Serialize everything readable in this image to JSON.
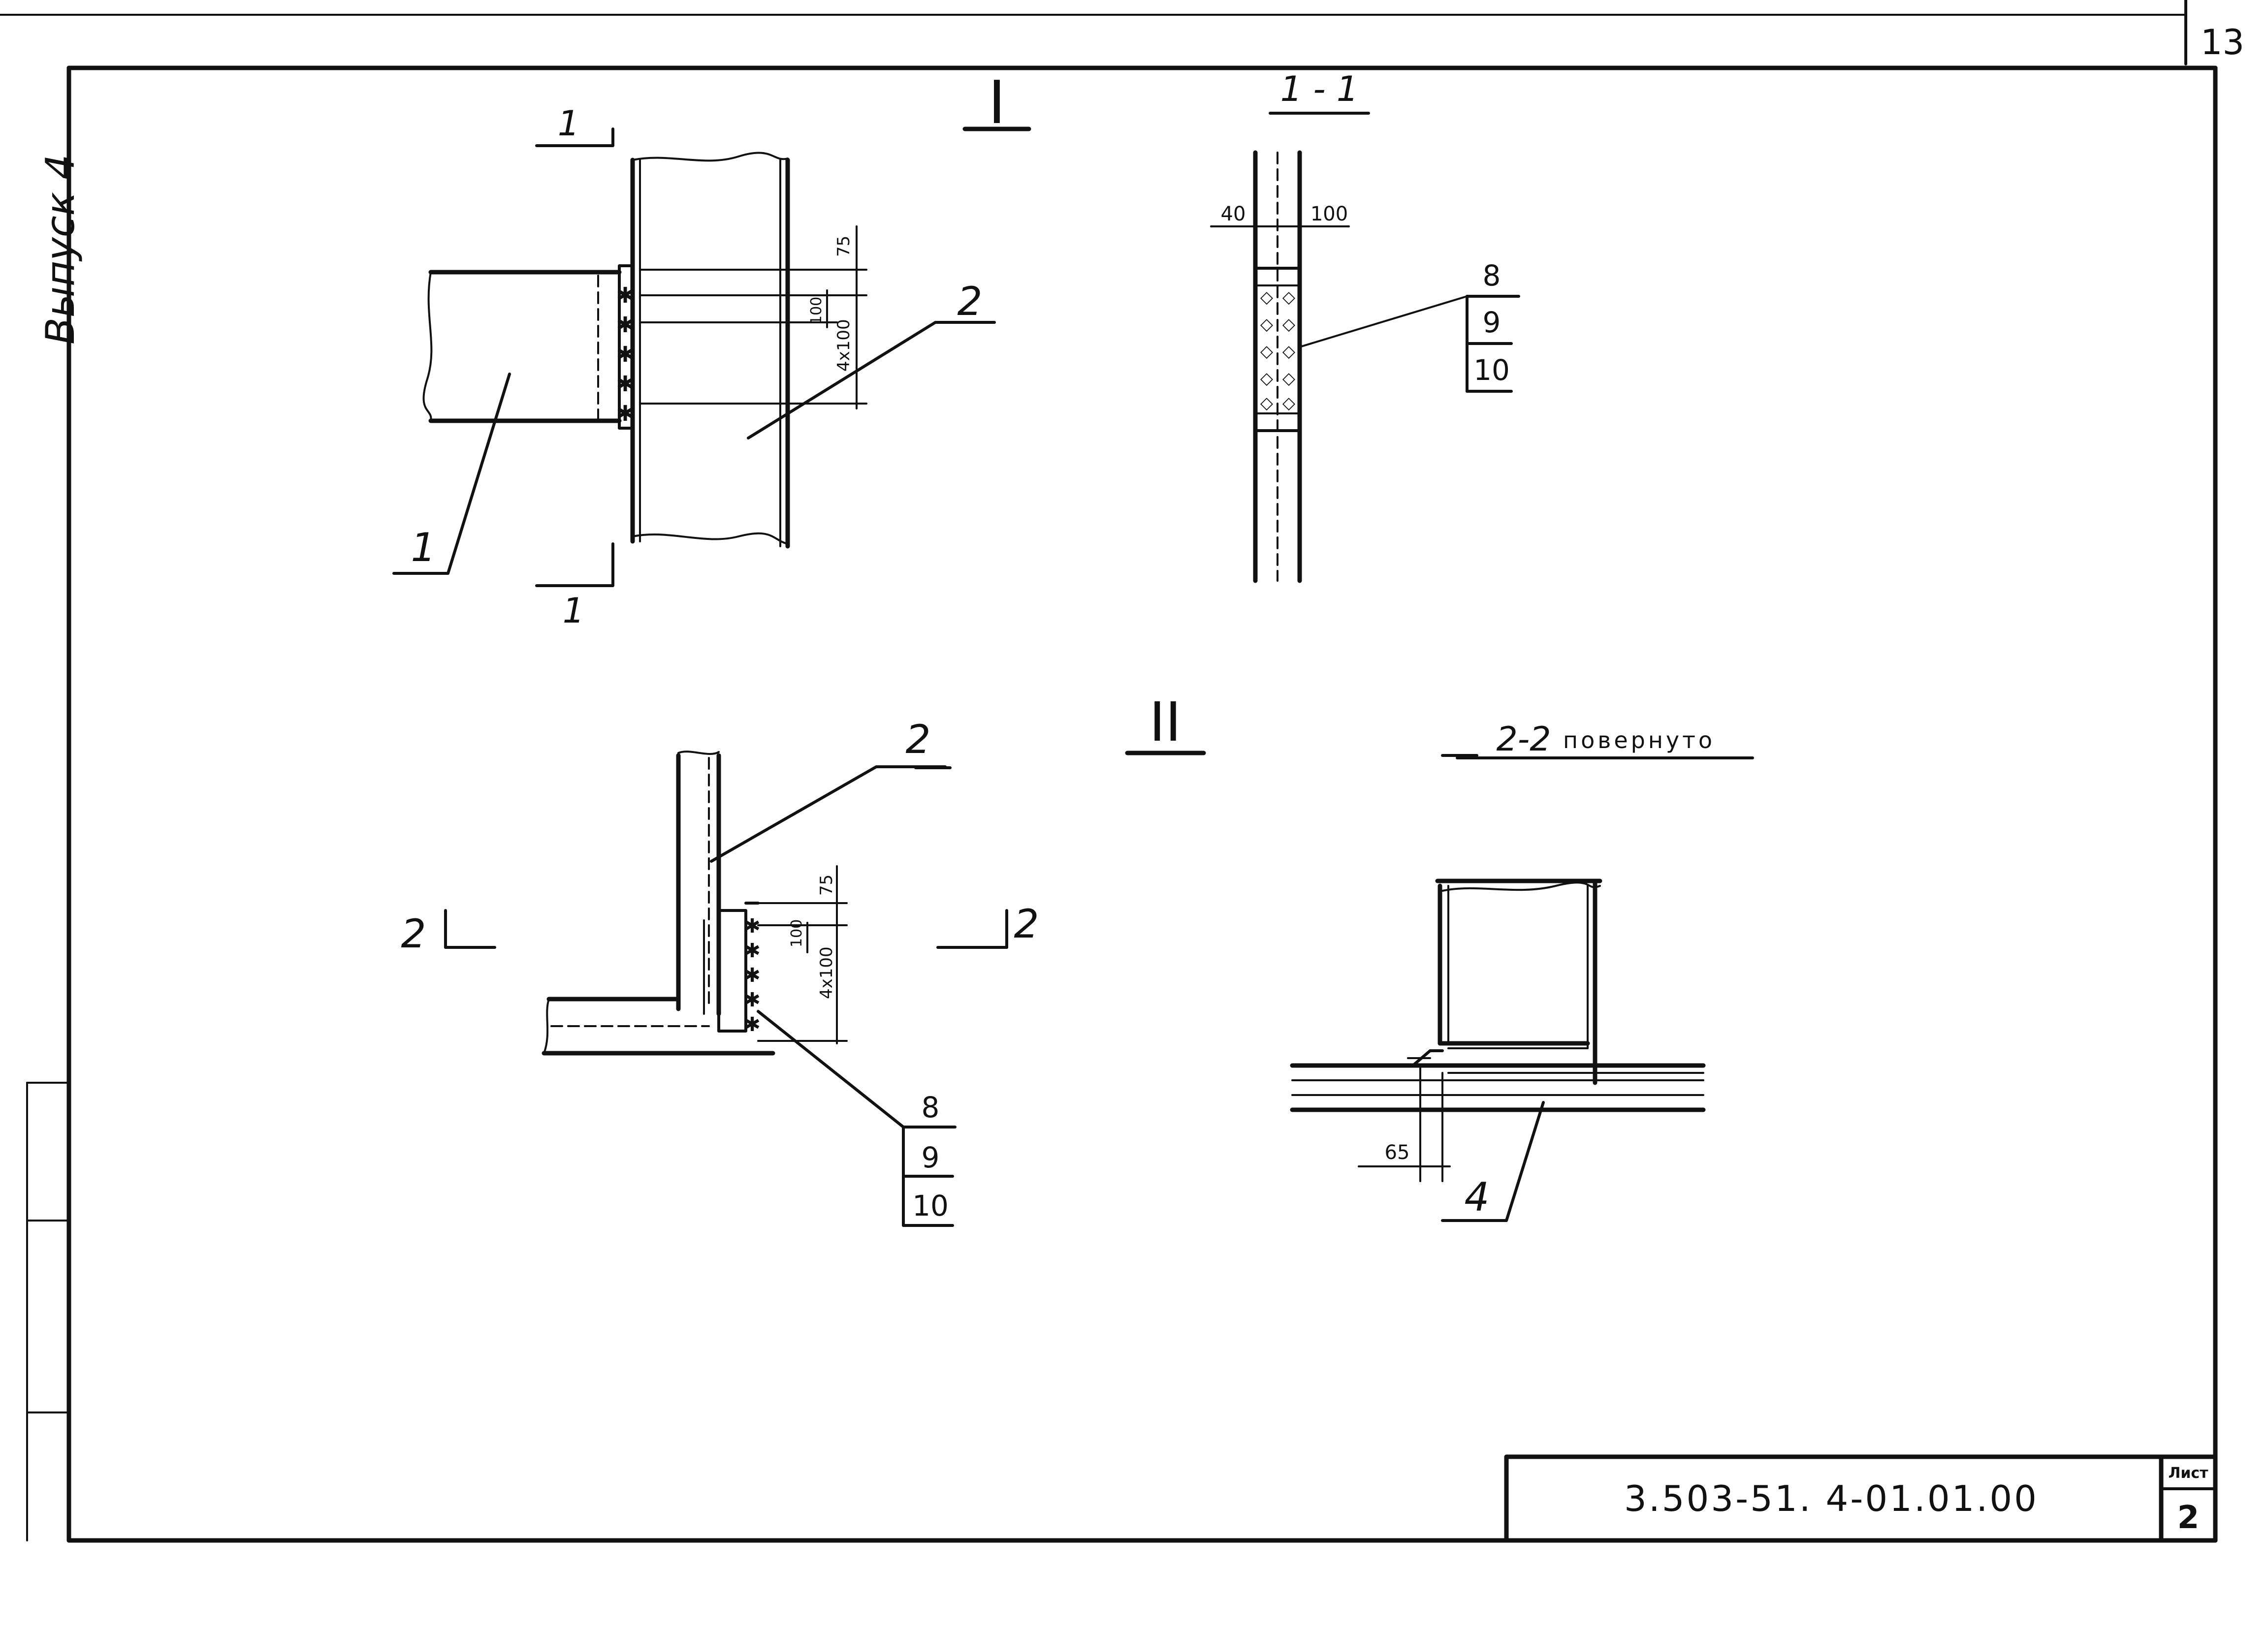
{
  "sheet": {
    "page_number": "13",
    "vertical_title": "Выпуск 4",
    "title_block": {
      "code": "3.503-51. 4-01.01.00",
      "sheet_label": "Лист",
      "sheet_number": "2"
    }
  },
  "views": {
    "node1": {
      "title": "I",
      "section_mark": "1",
      "callout_beam": "1",
      "callout_column": "2",
      "dim_top": "75",
      "dim_pitch": "100",
      "dim_group": "4x100"
    },
    "section11": {
      "title": "1 - 1",
      "dim_left": "40",
      "dim_right": "100",
      "refs": [
        "8",
        "9",
        "10"
      ]
    },
    "node2": {
      "title": "II",
      "section_mark": "2",
      "callout_column": "2",
      "dim_top": "75",
      "dim_pitch": "100",
      "dim_group": "4x100",
      "refs": [
        "8",
        "9",
        "10"
      ]
    },
    "section22": {
      "title": "2-2",
      "note": "повернуто",
      "dim": "65",
      "callout": "4"
    }
  }
}
